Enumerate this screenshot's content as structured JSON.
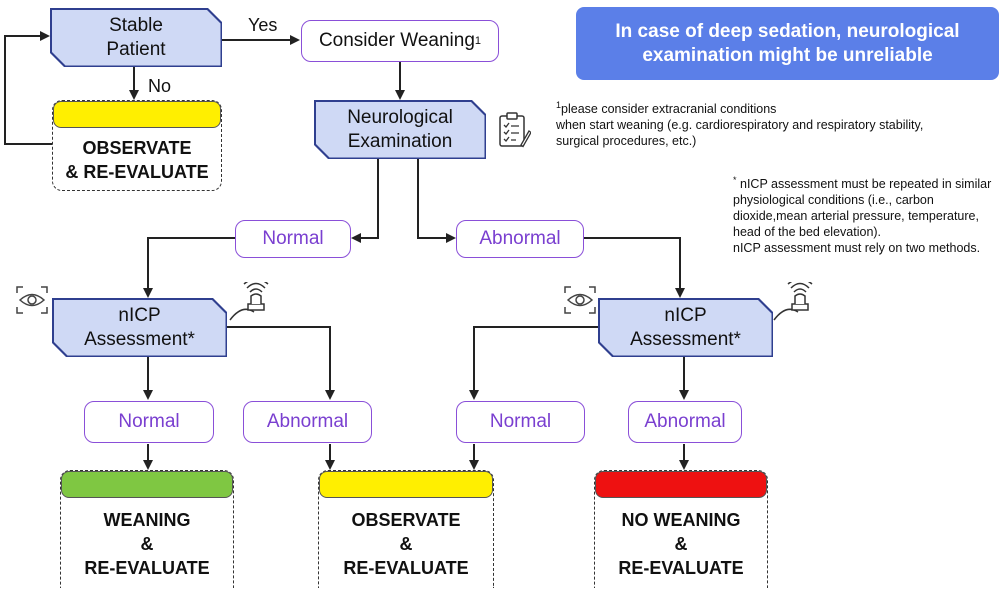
{
  "nodes": {
    "stable_patient": "Stable\nPatient",
    "consider_weaning": "Consider Weaning",
    "consider_weaning_sup": "1",
    "neuro_exam": "Neurological\nExamination",
    "exam_normal": "Normal",
    "exam_abnormal": "Abnormal",
    "nicp_left": "nICP\nAssessment*",
    "nicp_right": "nICP\nAssessment*",
    "left_normal": "Normal",
    "left_abnormal": "Abnormal",
    "right_normal": "Normal",
    "right_abnormal": "Abnormal"
  },
  "edge_labels": {
    "yes": "Yes",
    "no": "No"
  },
  "outcomes": {
    "top": {
      "text": "OBSERVATE\n& RE-EVALUATE",
      "color": "#ffef00"
    },
    "weaning": {
      "text": "WEANING\n&\nRE-EVALUATE",
      "color": "#7fc742"
    },
    "observate": {
      "text": "OBSERVATE\n&\nRE-EVALUATE",
      "color": "#ffef00"
    },
    "no_weaning": {
      "text": "NO WEANING\n&\nRE-EVALUATE",
      "color": "#ee1111"
    }
  },
  "warning": "In case of deep sedation, neurological examination might be unreliable",
  "footnote1": {
    "sup": "1",
    "text": "please consider extracranial conditions\n when start weaning  (e.g. cardiorespiratory and respiratory stability, surgical procedures, etc.)"
  },
  "footnote_star": {
    "sup": "*",
    "text": " nICP assessment must be repeated in similar physiological conditions (i.e., carbon dioxide,mean arterial pressure, temperature, head of the bed elevation).\nnICP assessment must rely on two methods."
  },
  "icons": [
    "clipboard-icon",
    "eye-scan-icon",
    "ultrasound-probe-icon"
  ],
  "colors": {
    "process_fill": "#cfd9f5",
    "process_border": "#2f3f8f",
    "decision_border": "#8a4fd8",
    "decision_text": "#7a3fd0",
    "warning_bg": "#5b7fe8"
  }
}
